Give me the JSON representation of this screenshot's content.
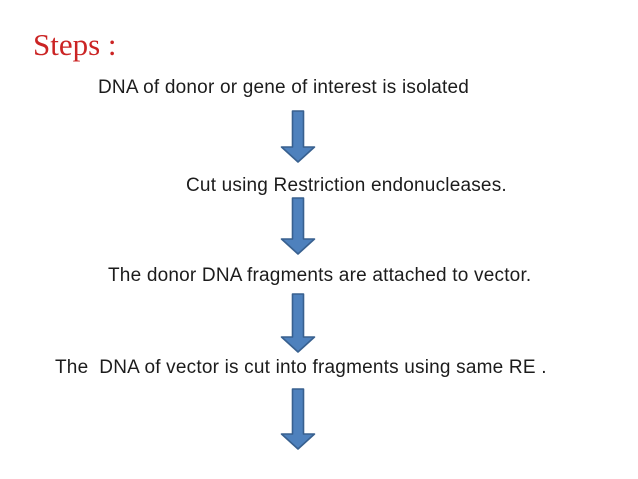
{
  "slide": {
    "title": "Steps :",
    "steps": [
      "DNA of donor or gene of interest is isolated",
      "Cut using Restriction endonucleases.",
      "The donor DNA fragments are attached to vector.",
      "The  DNA of vector is cut into fragments using same RE ."
    ],
    "arrow_icon": "down-arrow",
    "arrow_count": 4
  },
  "colors": {
    "background": "#ffffff",
    "title-color": "#cb2424",
    "text-color": "#1c1c1c",
    "arrow-fill": "#4e81bd",
    "arrow-stroke": "#38608f"
  }
}
